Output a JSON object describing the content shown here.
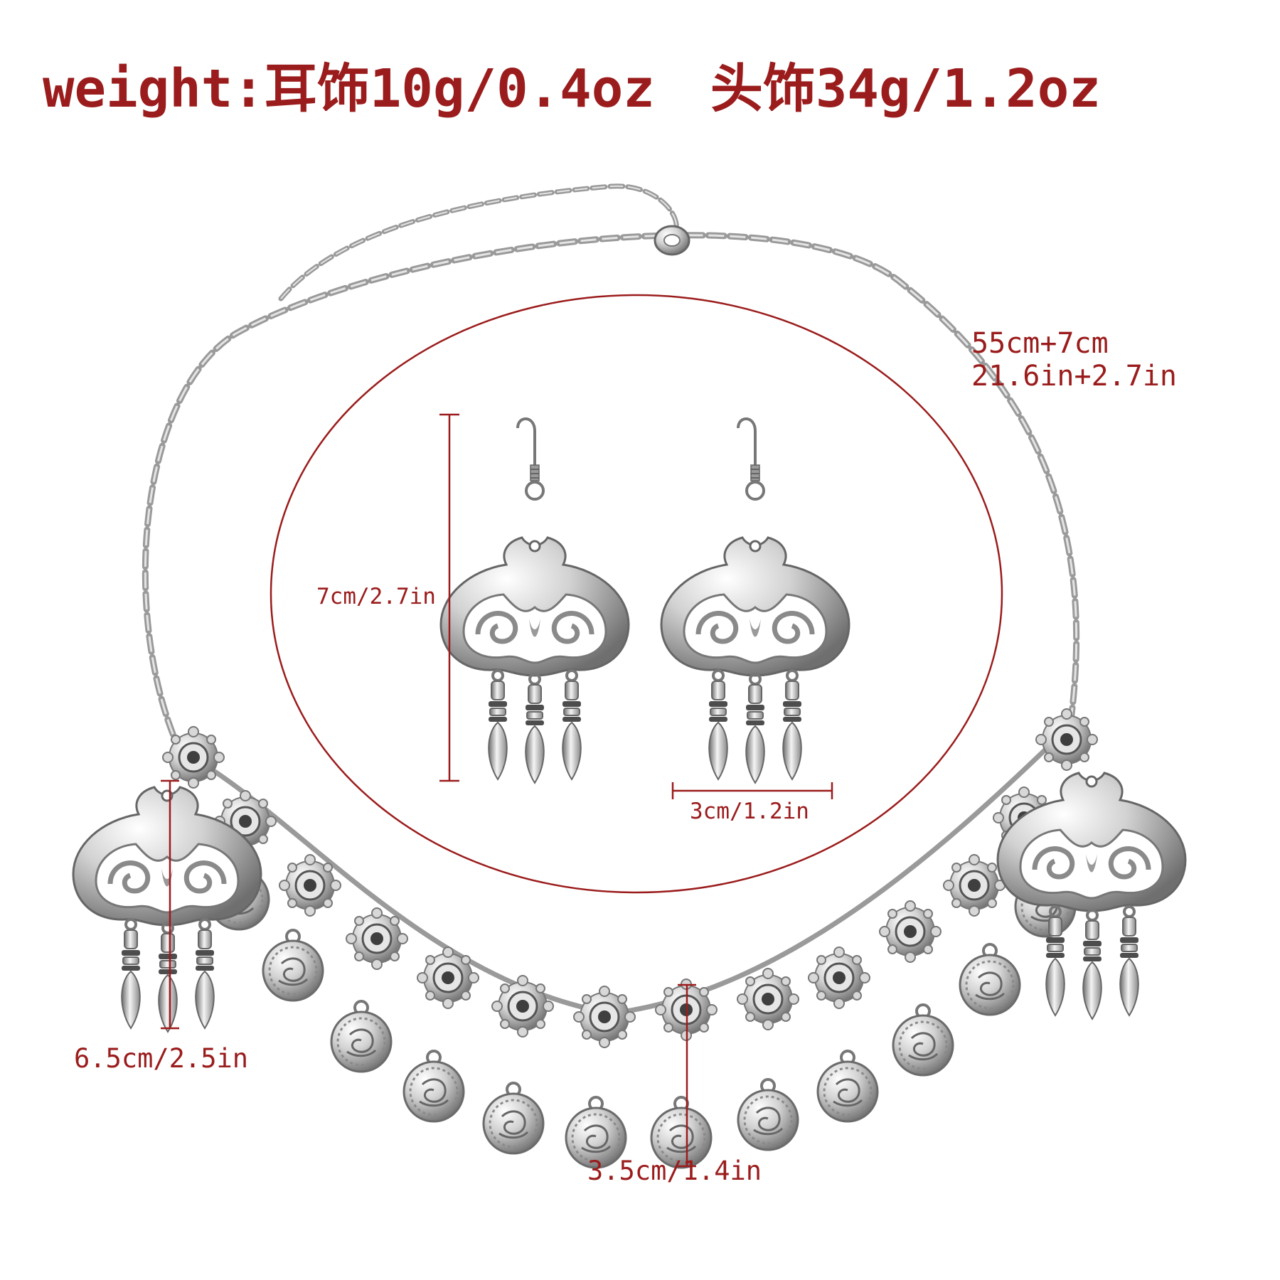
{
  "header": {
    "weight_label": "weight:",
    "earring_weight": "耳饰10g/0.4oz",
    "headpiece_weight": "头饰34g/1.2oz"
  },
  "dimensions": {
    "chain_length_cm": "55cm+7cm",
    "chain_length_in": "21.6in+2.7in",
    "earring_height": "7cm/2.7in",
    "earring_width": "3cm/1.2in",
    "pendant_height": "6.5cm/2.5in",
    "coin_size": "3.5cm/1.4in"
  },
  "colors": {
    "annotation": "#9b1c1c",
    "silver": "#c9c9c9",
    "silver_dark": "#7a7a7a",
    "background": "#ffffff"
  }
}
